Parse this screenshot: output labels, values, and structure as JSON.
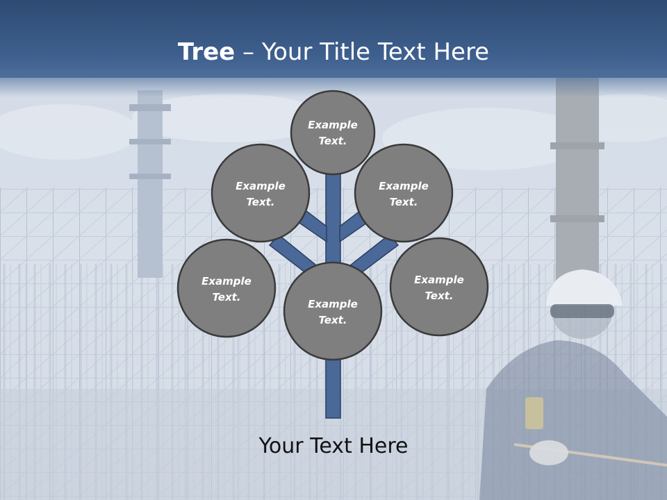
{
  "title": {
    "bold": "Tree",
    "rest": " – Your Title Text Here"
  },
  "nodes": [
    {
      "line1": "Example",
      "line2": "Text."
    },
    {
      "line1": "Example",
      "line2": "Text."
    },
    {
      "line1": "Example",
      "line2": "Text."
    },
    {
      "line1": "Example",
      "line2": "Text."
    },
    {
      "line1": "Example",
      "line2": "Text."
    },
    {
      "line1": "Example",
      "line2": "Text."
    }
  ],
  "footer": "Your Text Here",
  "colors": {
    "title_bar": "#3e5f8d",
    "branch": "#4a6898",
    "node_fill": "#7f7f7f",
    "node_stroke": "#3a3a3a"
  }
}
